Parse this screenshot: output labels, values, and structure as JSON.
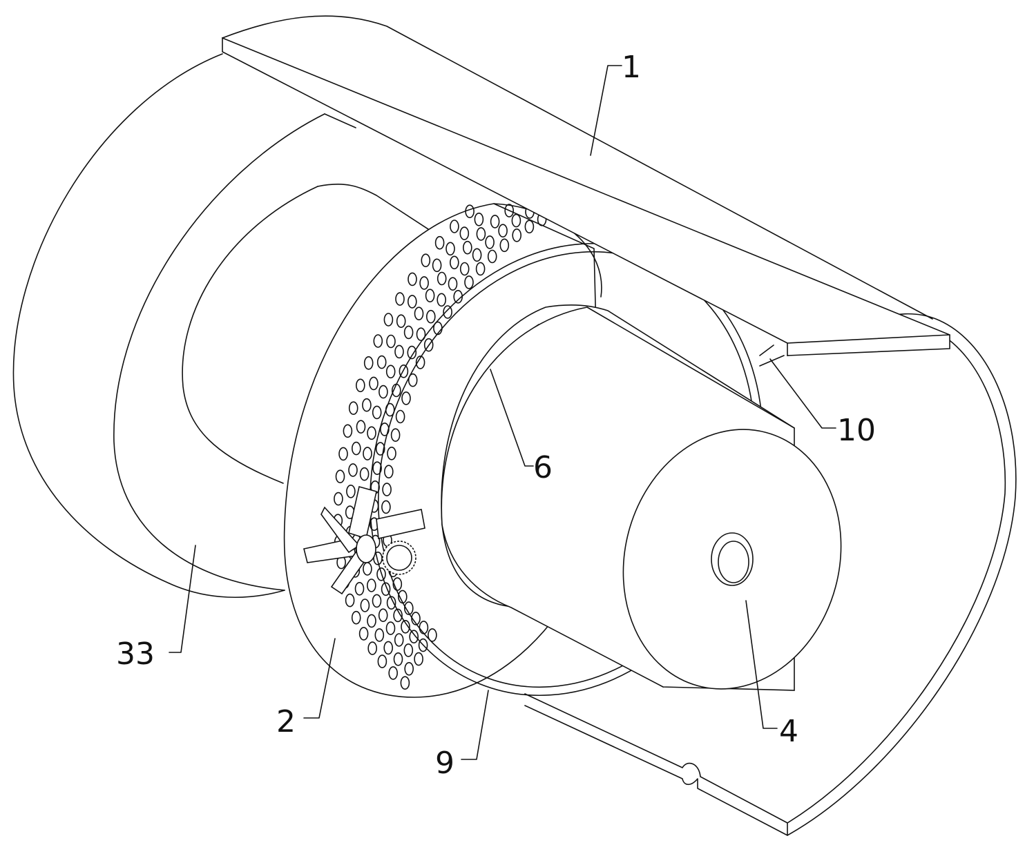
{
  "figure": {
    "type": "patent line drawing",
    "labels": {
      "top_plate": "1",
      "support": "10",
      "inner_ring": "6",
      "housing": "33",
      "perforated_ring": "2",
      "track": "9",
      "cylinder": "4"
    }
  }
}
